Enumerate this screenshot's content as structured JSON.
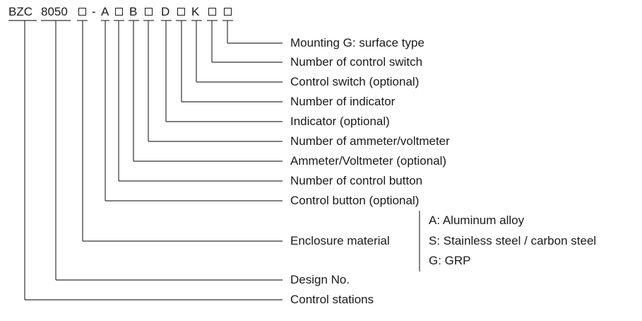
{
  "code": {
    "segments": [
      "BZC",
      "8050",
      "-",
      "A",
      "B",
      "D",
      "K"
    ]
  },
  "labels": [
    "Mounting  G: surface type",
    "Number of control switch",
    "Control switch (optional)",
    "Number of indicator",
    "Indicator (optional)",
    "Number of ammeter/voltmeter",
    "Ammeter/Voltmeter (optional)",
    "Number of control button",
    "Control button (optional)",
    "Enclosure material",
    "Design No.",
    "Control stations"
  ],
  "materials": [
    "A: Aluminum alloy",
    "S: Stainless steel / carbon steel",
    "G: GRP"
  ]
}
